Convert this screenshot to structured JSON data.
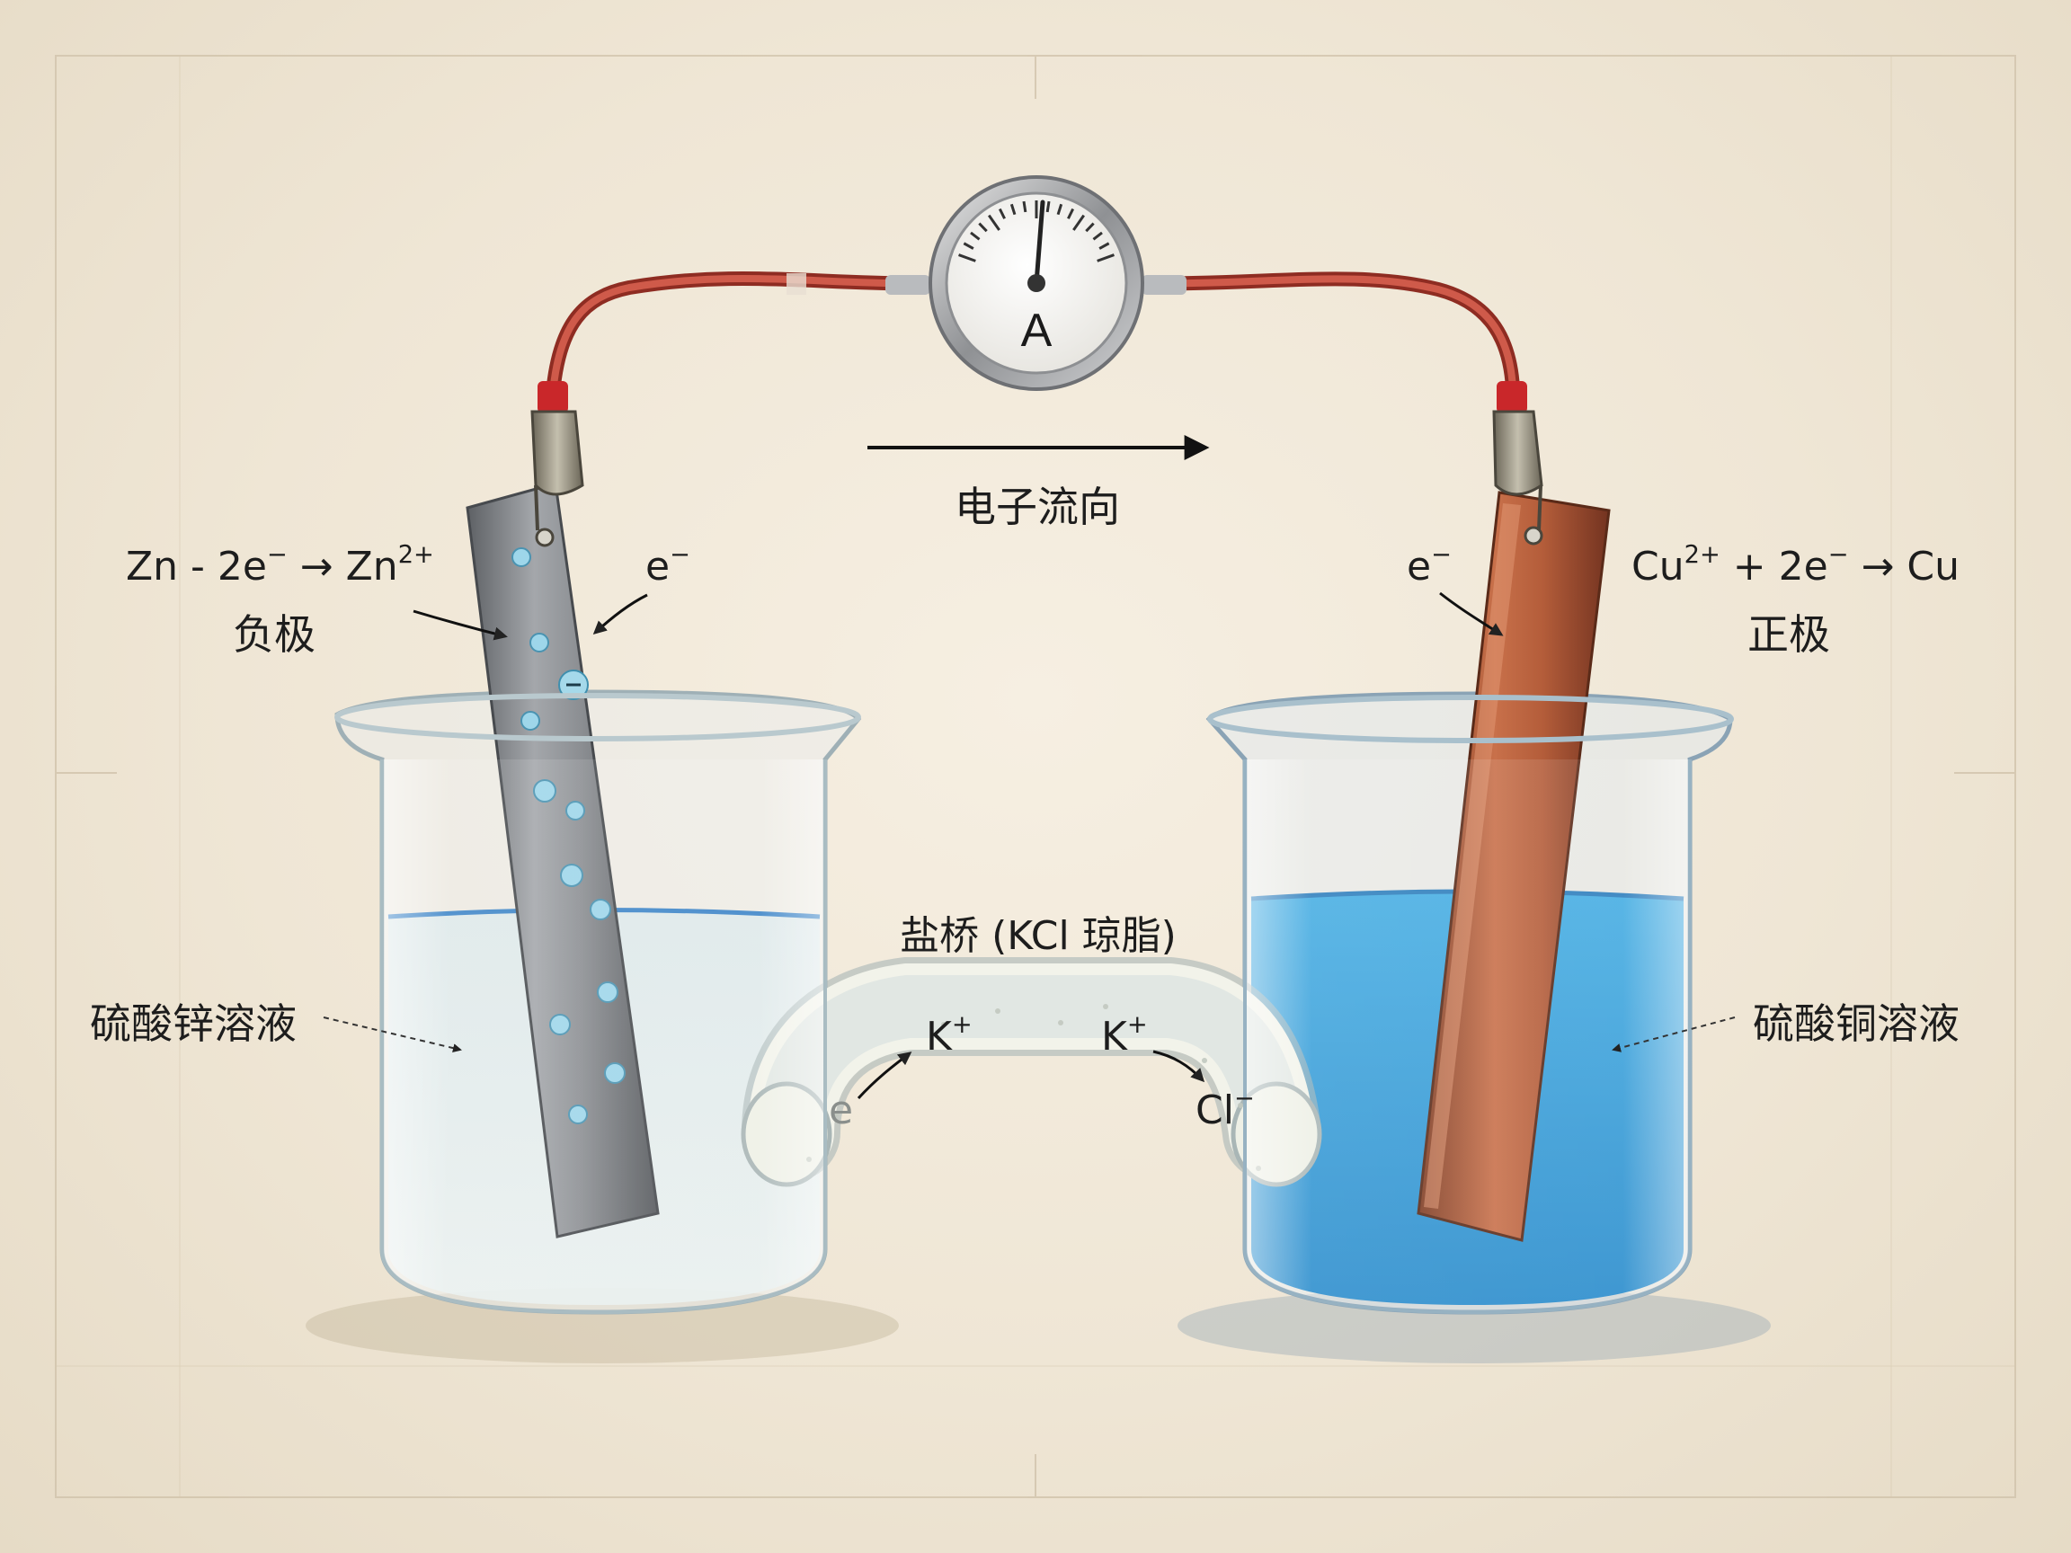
{
  "meter": {
    "symbol": "A"
  },
  "electron_flow": {
    "label": "电子流向"
  },
  "anode": {
    "equation": {
      "a": "Zn - 2e",
      "a_sup": "−",
      "b": " → Zn",
      "b_sup": "2+"
    },
    "name": "负极",
    "electron": {
      "base": "e",
      "sup": "−"
    },
    "solution": "硫酸锌溶液"
  },
  "cathode": {
    "equation": {
      "a": "Cu",
      "a_sup": "2+",
      "b": " + 2e",
      "b_sup": "−",
      "c": " → Cu"
    },
    "name": "正极",
    "electron": {
      "base": "e",
      "sup": "−"
    },
    "solution": "硫酸铜溶液"
  },
  "salt_bridge": {
    "label": "盐桥 (KCl 琼脂)",
    "ion_k1": {
      "base": "K",
      "sup": "+"
    },
    "ion_k2": {
      "base": "K",
      "sup": "+"
    },
    "ion_cl": {
      "base": "Cl",
      "sup": "−"
    },
    "ion_e": "e"
  },
  "colors": {
    "paper": "#efe6d5",
    "wire": "#c0463a",
    "copper": "#b5603d",
    "zinc": "#8a8d91",
    "cuso4": "#3aa6dc"
  }
}
